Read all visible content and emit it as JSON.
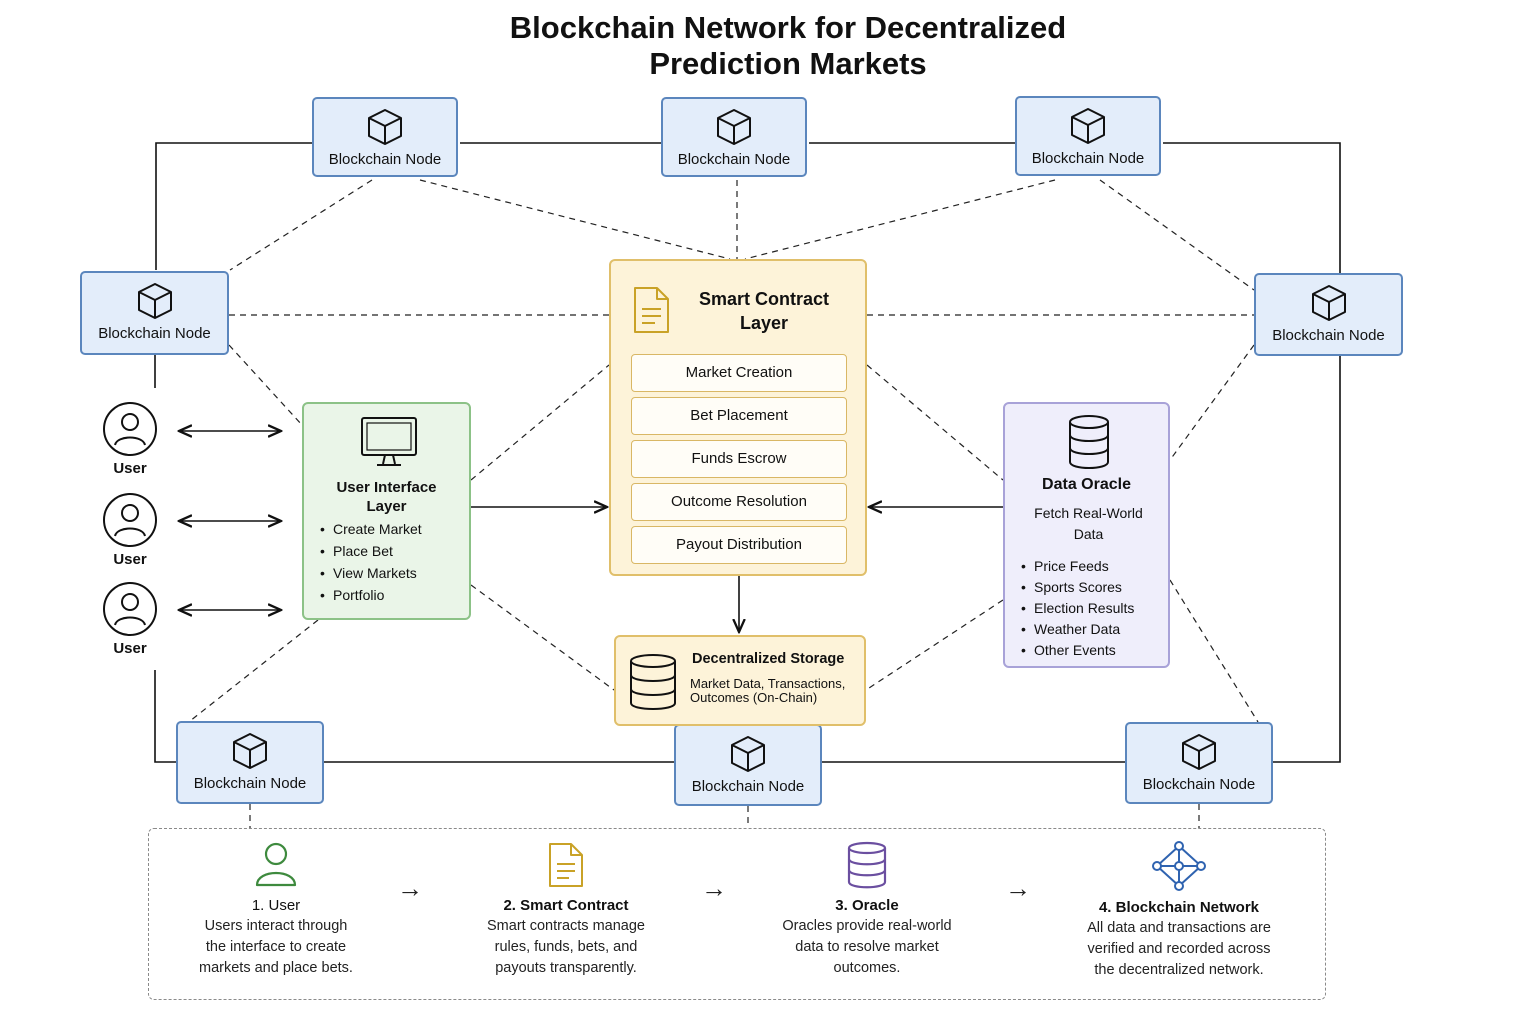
{
  "title": {
    "line1": "Blockchain Network for Decentralized",
    "line2": "Prediction Markets"
  },
  "nodes": [
    {
      "id": "top-1",
      "label": "Blockchain Node"
    },
    {
      "id": "top-2",
      "label": "Blockchain Node"
    },
    {
      "id": "top-3",
      "label": "Blockchain Node"
    },
    {
      "id": "left",
      "label": "Blockchain Node"
    },
    {
      "id": "right",
      "label": "Blockchain Node"
    },
    {
      "id": "bottom-1",
      "label": "Blockchain Node"
    },
    {
      "id": "bottom-2",
      "label": "Blockchain Node"
    },
    {
      "id": "bottom-3",
      "label": "Blockchain Node"
    }
  ],
  "smart_contract": {
    "title_line1": "Smart Contract",
    "title_line2": "Layer",
    "items": [
      "Market Creation",
      "Bet Placement",
      "Funds Escrow",
      "Outcome Resolution",
      "Payout Distribution"
    ]
  },
  "user_interface": {
    "title_line1": "User Interface",
    "title_line2": "Layer",
    "items": [
      "Create Market",
      "Place Bet",
      "View Markets",
      "Portfolio"
    ]
  },
  "users": [
    {
      "label": "User"
    },
    {
      "label": "User"
    },
    {
      "label": "User"
    }
  ],
  "oracle": {
    "title": "Data Oracle",
    "subtitle_line1": "Fetch Real-World",
    "subtitle_line2": "Data",
    "items": [
      "Price Feeds",
      "Sports Scores",
      "Election Results",
      "Weather Data",
      "Other Events"
    ]
  },
  "storage": {
    "title": "Decentralized Storage",
    "desc_line1": "Market Data, Transactions,",
    "desc_line2": "Outcomes (On-Chain)"
  },
  "legend": {
    "arrow": "→",
    "steps": [
      {
        "title": "1. User",
        "desc": [
          "Users interact through",
          "the interface to create",
          "markets and place bets."
        ],
        "color": "#3e8a3e"
      },
      {
        "title": "2. Smart Contract",
        "desc": [
          "Smart contracts manage",
          "rules, funds, bets, and",
          "payouts transparently."
        ],
        "color": "#c9a227"
      },
      {
        "title": "3. Oracle",
        "desc": [
          "Oracles provide real-world",
          "data to resolve market",
          "outcomes."
        ],
        "color": "#6b4fa0"
      },
      {
        "title": "4. Blockchain Network",
        "desc": [
          "All data and transactions are",
          "verified and recorded across",
          "the decentralized network."
        ],
        "color": "#2f63b0"
      }
    ]
  },
  "colors": {
    "node_fill": "#e3edfa",
    "node_border": "#5b86bd",
    "contract_fill": "#fdf3d9",
    "ui_fill": "#eaf5e8",
    "oracle_fill": "#efeefb"
  }
}
